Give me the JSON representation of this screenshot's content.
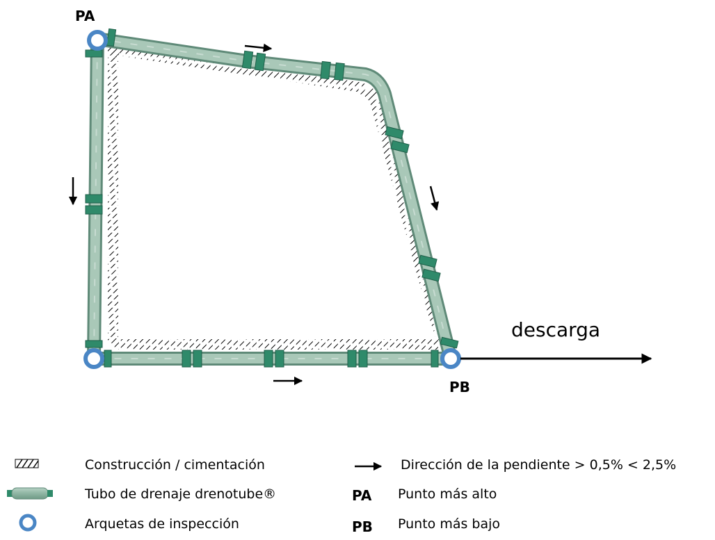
{
  "labels": {
    "pa": "PA",
    "pb": "PB",
    "discharge": "descarga"
  },
  "legend": {
    "construction": "Construcción / cimentación",
    "tube": "Tubo de drenaje drenotube®",
    "chambers": "Arquetas de inspección",
    "slope": "Dirección de la pendiente > 0,5% < 2,5%",
    "pa_key": "PA",
    "pa_desc": "Punto más alto",
    "pb_key": "PB",
    "pb_desc": "Punto más bajo"
  },
  "colors": {
    "tube_fill": "#8fb5a3",
    "tube_stroke": "#5f8a78",
    "coupling": "#2f8a6a",
    "chamber": "#4a86c5",
    "hatch": "#000000"
  }
}
